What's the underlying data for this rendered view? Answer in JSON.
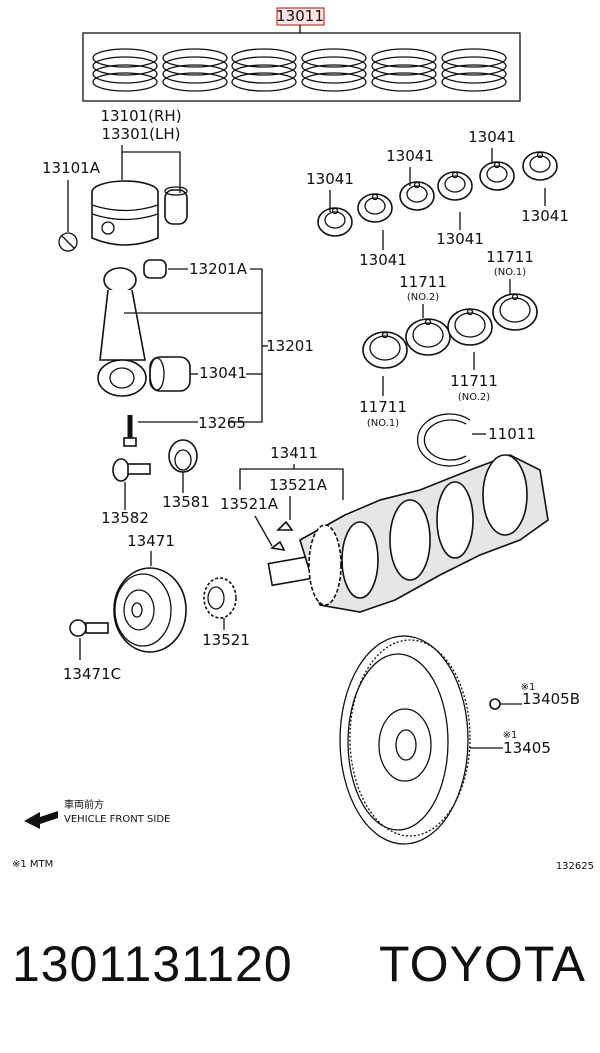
{
  "diagram": {
    "labels": {
      "ring_set": "13011",
      "piston_rh": "13101(RH)",
      "piston_lh": "13301(LH)",
      "snap_ring": "13101A",
      "pin_bushing": "13201A",
      "rod_assy": "13201",
      "rod_bearing": "13041",
      "rod_bolt": "13265",
      "b1": "13041",
      "b2": "13041",
      "b3": "13041",
      "b4": "13041",
      "b5": "13041",
      "b6": "13041",
      "m1": "11711",
      "m1_note": "(NO.2)",
      "m2": "11711",
      "m2_note": "(NO.1)",
      "m3": "11711",
      "m3_note": "(NO.2)",
      "m4": "11711",
      "m4_note": "(NO.1)",
      "thrust": "11011",
      "crank": "13411",
      "key_r": "13521A",
      "key_l": "13521A",
      "bolt": "13582",
      "washer": "13581",
      "pulley": "13471",
      "gear": "13521",
      "pulley_bolt": "13471C",
      "fw_bolt_mark": "※1",
      "fw_bolt": "13405B",
      "fw_mark": "※1",
      "flywheel": "13405",
      "front_jp": "車両前方",
      "front_en": "VEHICLE FRONT SIDE",
      "note": "※1 MTM",
      "code": "132625"
    }
  },
  "footer": {
    "part_number": "1301131120",
    "brand": "TOYOTA"
  }
}
